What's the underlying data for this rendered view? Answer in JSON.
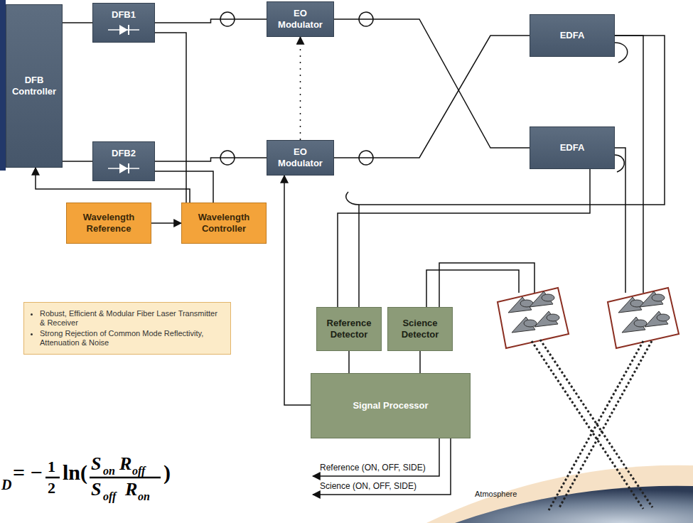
{
  "diagram": {
    "nodes": [
      {
        "text": [
          "DFB Controller"
        ]
      },
      {
        "text": [
          "DFB1"
        ]
      },
      {
        "text": [
          "DFB2"
        ]
      },
      {
        "text": [
          "EO Modulator"
        ]
      },
      {
        "text": [
          "EO Modulator"
        ]
      },
      {
        "text": [
          "EDFA"
        ]
      },
      {
        "text": [
          "EDFA"
        ]
      },
      {
        "text": [
          "Wavelength Reference"
        ]
      },
      {
        "text": [
          "Wavelength Controller"
        ]
      },
      {
        "text": [
          "Reference Detector"
        ]
      },
      {
        "text": [
          "Science Detector"
        ]
      },
      {
        "text": [
          "Signal Processor"
        ]
      },
      {
        "text": [
          "Robust, Efficient & Modular Fiber Laser Transmitter & Receiver",
          "Strong Rejection of Common Mode Reflectivity, Attenuation & Noise"
        ]
      }
    ],
    "edges": [
      {
        "from": 0,
        "to": 1,
        "arrow": "none"
      },
      {
        "from": 0,
        "to": 2,
        "arrow": "none"
      },
      {
        "from": 1,
        "to": 3,
        "arrow": "none"
      },
      {
        "from": 2,
        "to": 4,
        "arrow": "none"
      },
      {
        "from": 1,
        "to": 8,
        "arrow": "none"
      },
      {
        "from": 2,
        "to": 8,
        "arrow": "none"
      },
      {
        "from": 7,
        "to": 8,
        "arrow": "to"
      },
      {
        "from": 8,
        "to": 0,
        "arrow": "to"
      },
      {
        "from": 11,
        "to": 4,
        "arrow": "to"
      },
      {
        "from": 4,
        "to": 3,
        "arrow": "to"
      },
      {
        "from": 3,
        "to": 6,
        "arrow": "none"
      },
      {
        "from": 4,
        "to": 5,
        "arrow": "none"
      },
      {
        "from": 9,
        "to": 6,
        "arrow": "none"
      },
      {
        "from": 9,
        "to": 5,
        "arrow": "none"
      },
      {
        "from": 9,
        "to": 11,
        "arrow": "none"
      },
      {
        "from": 10,
        "to": 11,
        "arrow": "none"
      }
    ],
    "labels": [
      "Reference (ON, OFF, SIDE)",
      "Science (ON, OFF, SIDE)",
      "Atmosphere",
      "D",
      "= −",
      "1",
      "2",
      "ln(",
      "S",
      "on",
      "R",
      "off",
      "S",
      "off",
      "R",
      "on",
      ")"
    ]
  }
}
